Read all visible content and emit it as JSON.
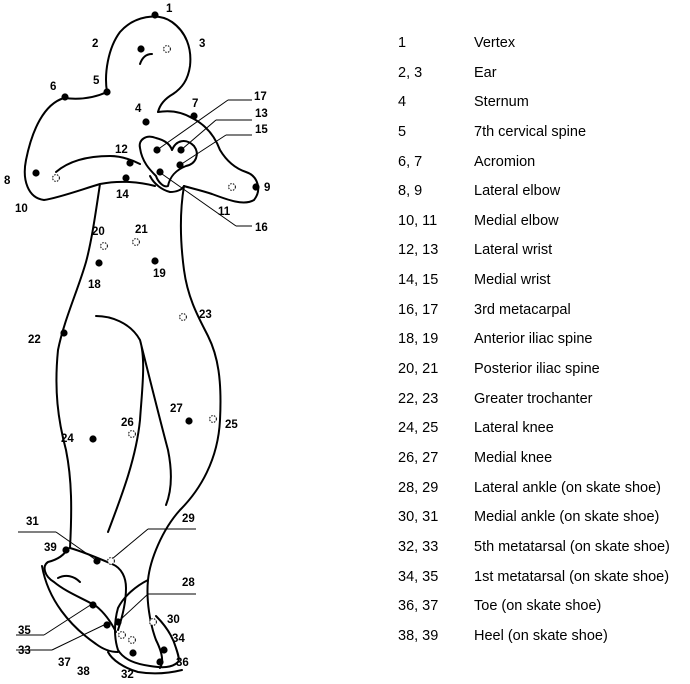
{
  "legend": [
    {
      "num": "1",
      "desc": "Vertex"
    },
    {
      "num": "2, 3",
      "desc": "Ear"
    },
    {
      "num": "4",
      "desc": "Sternum"
    },
    {
      "num": "5",
      "desc": "7th cervical spine"
    },
    {
      "num": "6, 7",
      "desc": "Acromion"
    },
    {
      "num": "8, 9",
      "desc": "Lateral elbow"
    },
    {
      "num": "10, 11",
      "desc": "Medial elbow"
    },
    {
      "num": "12, 13",
      "desc": "Lateral wrist"
    },
    {
      "num": "14, 15",
      "desc": "Medial wrist"
    },
    {
      "num": "16, 17",
      "desc": "3rd metacarpal"
    },
    {
      "num": "18, 19",
      "desc": "Anterior iliac spine"
    },
    {
      "num": "20, 21",
      "desc": "Posterior iliac spine"
    },
    {
      "num": "22, 23",
      "desc": "Greater trochanter"
    },
    {
      "num": "24, 25",
      "desc": "Lateral knee"
    },
    {
      "num": "26, 27",
      "desc": "Medial knee"
    },
    {
      "num": "28, 29",
      "desc": "Lateral ankle (on skate shoe)"
    },
    {
      "num": "30, 31",
      "desc": "Medial ankle (on skate shoe)"
    },
    {
      "num": "32, 33",
      "desc": "5th metatarsal (on skate shoe)"
    },
    {
      "num": "34, 35",
      "desc": "1st metatarsal (on skate shoe)"
    },
    {
      "num": "36, 37",
      "desc": "Toe (on skate shoe)"
    },
    {
      "num": "38, 39",
      "desc": "Heel (on skate shoe)"
    }
  ],
  "figure_labels": [
    "1",
    "2",
    "3",
    "4",
    "5",
    "6",
    "7",
    "8",
    "9",
    "10",
    "11",
    "12",
    "13",
    "14",
    "15",
    "16",
    "17",
    "18",
    "19",
    "20",
    "21",
    "22",
    "23",
    "24",
    "25",
    "26",
    "27",
    "28",
    "29",
    "30",
    "31",
    "32",
    "33",
    "34",
    "35",
    "36",
    "37",
    "38",
    "39"
  ],
  "colors": {
    "outline": "#000000",
    "front_marker": "#000000",
    "back_marker": "#ffffff"
  }
}
